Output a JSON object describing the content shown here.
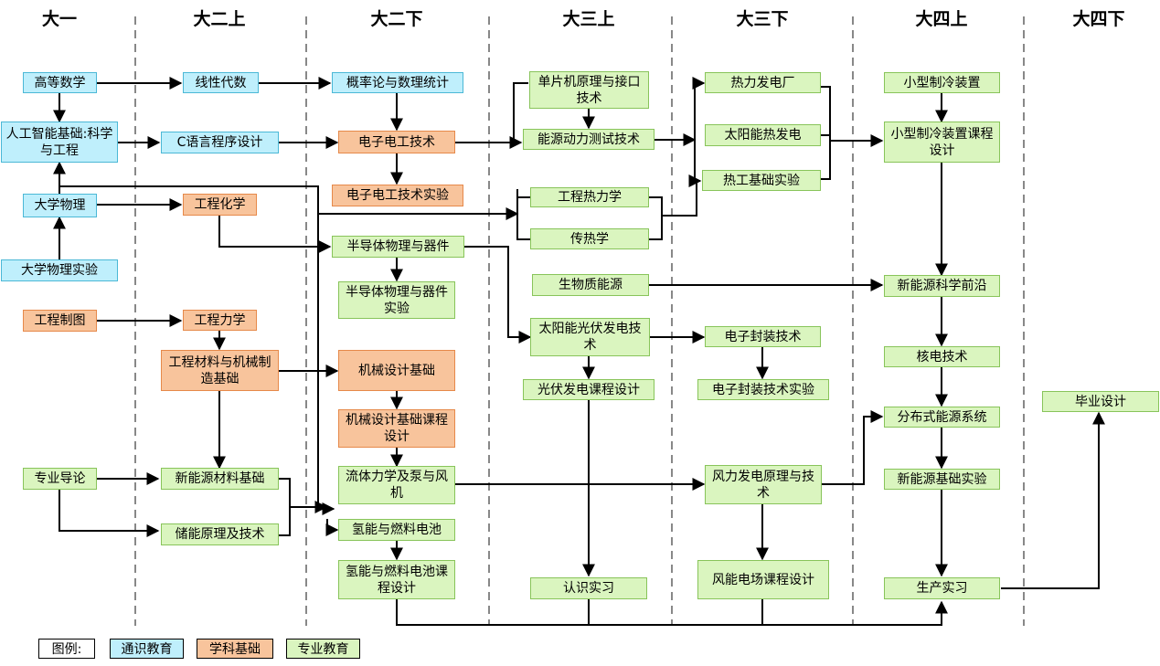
{
  "semesters": [
    "大一",
    "大二上",
    "大二下",
    "大三上",
    "大三下",
    "大四上",
    "大四下"
  ],
  "courses": {
    "gdsx": "高等数学",
    "rgzn": "人工智能基础:科学与工程",
    "dxwl": "大学物理",
    "dxwlsy": "大学物理实验",
    "gczt": "工程制图",
    "zydl": "专业导论",
    "xxds": "线性代数",
    "cyy": "C语言程序设计",
    "gchx": "工程化学",
    "gclx": "工程力学",
    "gccl": "工程材料与机械制造基础",
    "xnycl": "新能源材料基础",
    "cnyl": "储能原理及技术",
    "gll": "概率论与数理统计",
    "dzdg": "电子电工技术",
    "dzdgsy": "电子电工技术实验",
    "bdt": "半导体物理与器件",
    "bdtsy": "半导体物理与器件实验",
    "jxsj": "机械设计基础",
    "jxsjkc": "机械设计基础课程设计",
    "ltlx": "流体力学及泵与风机",
    "qn": "氢能与燃料电池",
    "qnkc": "氢能与燃料电池课程设计",
    "dpj": "单片机原理与接口技术",
    "nydl": "能源动力测试技术",
    "gcrlx": "工程热力学",
    "crx": "传热学",
    "swz": "生物质能源",
    "tyngf": "太阳能光伏发电技术",
    "gfkc": "光伏发电课程设计",
    "rssx": "认识实习",
    "rlfd": "热力发电厂",
    "tynr": "太阳能热发电",
    "rgjc": "热工基础实验",
    "dzfz": "电子封装技术",
    "dzfzsy": "电子封装技术实验",
    "flfd": "风力发电原理与技术",
    "fnkc": "风能电场课程设计",
    "xzll": "小型制冷装置",
    "xzllkc": "小型制冷装置课程设计",
    "xnyqy": "新能源科学前沿",
    "hdjs": "核电技术",
    "fbs": "分布式能源系统",
    "xnysy": "新能源基础实验",
    "scsx": "生产实习",
    "bysj": "毕业设计"
  },
  "legend": {
    "title": "图例:",
    "general": "通识教育",
    "basic": "学科基础",
    "professional": "专业教育"
  },
  "colors": {
    "general_fill": "#bfeffc",
    "basic_fill": "#f8c49c",
    "professional_fill": "#daf5bf",
    "divider": "#888888",
    "arrow": "#000000"
  }
}
